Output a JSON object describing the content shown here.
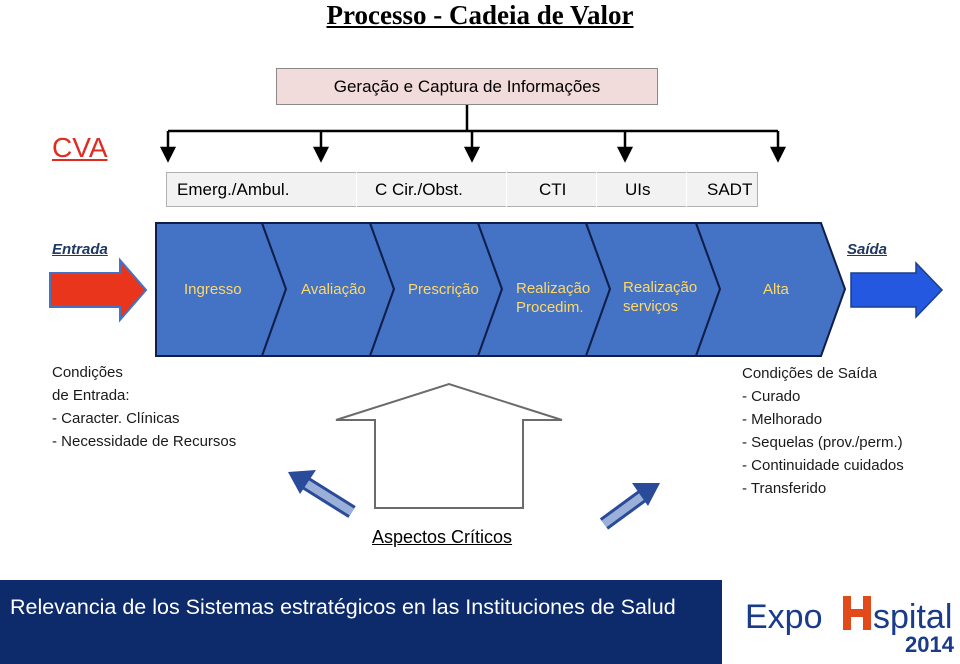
{
  "title": "Processo - Cadeia de Valor",
  "info_box": {
    "label": "Geração e Captura de Informações"
  },
  "cva": "CVA",
  "units": [
    {
      "label": "Emerg./Ambul."
    },
    {
      "label": "C Cir./Obst."
    },
    {
      "label": "CTI"
    },
    {
      "label": "UIs"
    },
    {
      "label": "SADT"
    }
  ],
  "entrada": "Entrada",
  "saida": "Saída",
  "steps": [
    {
      "line1": "Ingresso",
      "line2": ""
    },
    {
      "line1": "Avaliação",
      "line2": ""
    },
    {
      "line1": "Prescrição",
      "line2": ""
    },
    {
      "line1": "Realização",
      "line2": "Procedim."
    },
    {
      "line1": "Realização",
      "line2": "serviços"
    },
    {
      "line1": "Alta",
      "line2": ""
    }
  ],
  "entry_conditions": [
    "Condições",
    "de Entrada:",
    "- Caracter. Clínicas",
    "- Necessidade de Recursos"
  ],
  "exit_conditions": [
    "Condições de Saída",
    "- Curado",
    "- Melhorado",
    "- Sequelas (prov./perm.)",
    "- Continuidade cuidados",
    "- Transferido"
  ],
  "critical_aspects": "Aspectos Críticos",
  "footer": {
    "text": "Relevancia de los Sistemas estratégicos en las Instituciones de Salud"
  },
  "logo": {
    "expo": "Expo",
    "hospital_h": "H",
    "hospital_rest": "spital",
    "year": "2014"
  },
  "colors": {
    "step_fill": "#4472c4",
    "step_text": "#ffd966",
    "entry_arrow": "#e8351c",
    "exit_arrow": "#2458e0",
    "footer_band": "#0d2a6a",
    "cva": "#e02b20",
    "info_box": "#f2dcdb"
  }
}
